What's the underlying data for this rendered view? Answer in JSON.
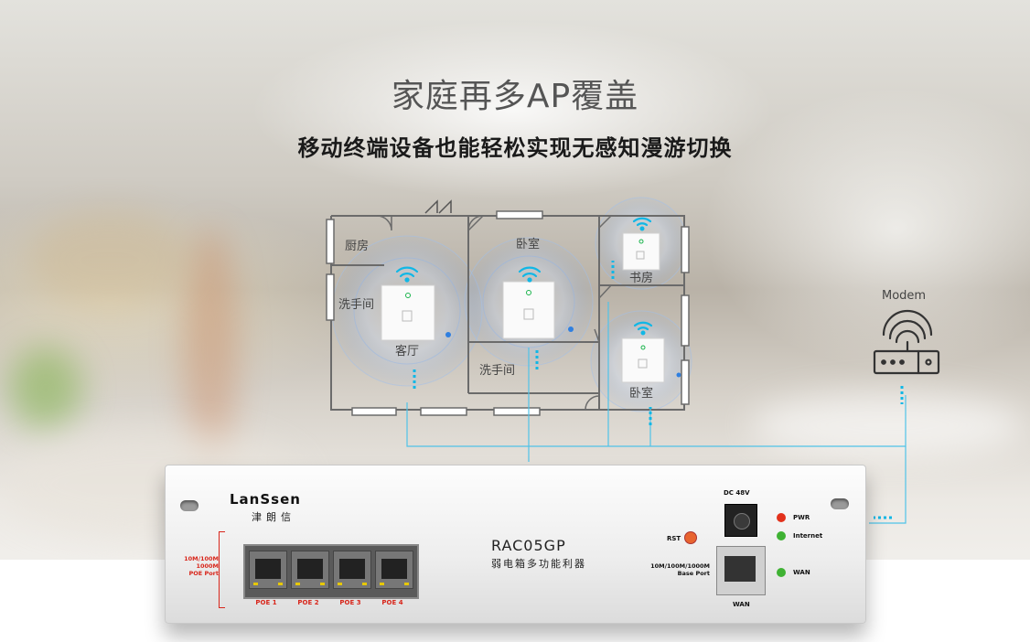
{
  "title": "家庭再多AP覆盖",
  "subtitle": "移动终端设备也能轻松实现无感知漫游切换",
  "rooms": {
    "kitchen": "厨房",
    "washroom_1": "洗手间",
    "living_room": "客厅",
    "bedroom_1": "卧室",
    "washroom_2": "洗手间",
    "study": "书房",
    "bedroom_2": "卧室"
  },
  "modem_label": "Modem",
  "device": {
    "brand": "LanSsen",
    "brand_cn": "津朗信",
    "model": "RAC05GP",
    "model_cn": "弱电箱多功能利器",
    "port_speed_label": "10M/100M\n1000M\nPOE Port",
    "poe_ports": [
      "POE 1",
      "POE 2",
      "POE 3",
      "POE 4"
    ],
    "dc_label": "DC 48V",
    "rst_label": "RST",
    "base_port_label": "10M/100M/1000M\nBase Port",
    "wan_label": "WAN",
    "leds": [
      {
        "label": "PWR",
        "color": "#e2311b"
      },
      {
        "label": "Internet",
        "color": "#3fb233"
      },
      {
        "label": "WAN",
        "color": "#3fb233"
      }
    ]
  },
  "colors": {
    "wifi": "#10b7e6",
    "line": "#4fc3e8",
    "wall": "#666666",
    "ring": "#2f7fe0"
  },
  "icons": [
    "wifi-icon",
    "router-icon",
    "door-icon"
  ]
}
